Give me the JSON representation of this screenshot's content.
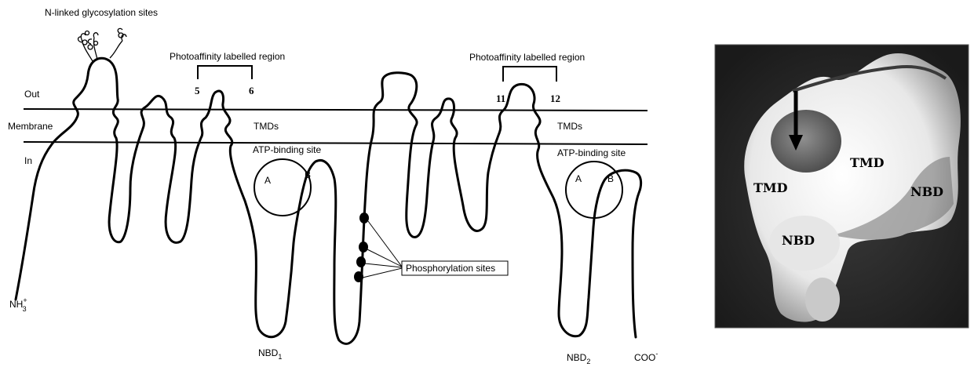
{
  "topology": {
    "glycosylation_label": "N-linked glycosylation sites",
    "photo_label_1": "Photoaffinity labelled region",
    "photo_label_2": "Photoaffinity labelled region",
    "tm5": "5",
    "tm6": "6",
    "tm11": "11",
    "tm12": "12",
    "out_label": "Out",
    "membrane_label": "Membrane",
    "in_label": "In",
    "tmds_label_1": "TMDs",
    "tmds_label_2": "TMDs",
    "atp_label_1": "ATP-binding site",
    "atp_label_2": "ATP-binding site",
    "site_a_1": "A",
    "site_b_1": "B",
    "site_a_2": "A",
    "site_b_2": "B",
    "phospho_label": "Phosphorylation sites",
    "n_term_base": "NH",
    "n_term_sup": "+",
    "n_term_sub": "3",
    "nbd1_base": "NBD",
    "nbd1_sub": "1",
    "nbd2_base": "NBD",
    "nbd2_sub": "2",
    "c_term_base": "COO",
    "c_term_sup": "-"
  },
  "structure_image": {
    "tmd_left": "TMD",
    "tmd_right": "TMD",
    "nbd_bottom": "NBD",
    "nbd_right": "NBD"
  }
}
